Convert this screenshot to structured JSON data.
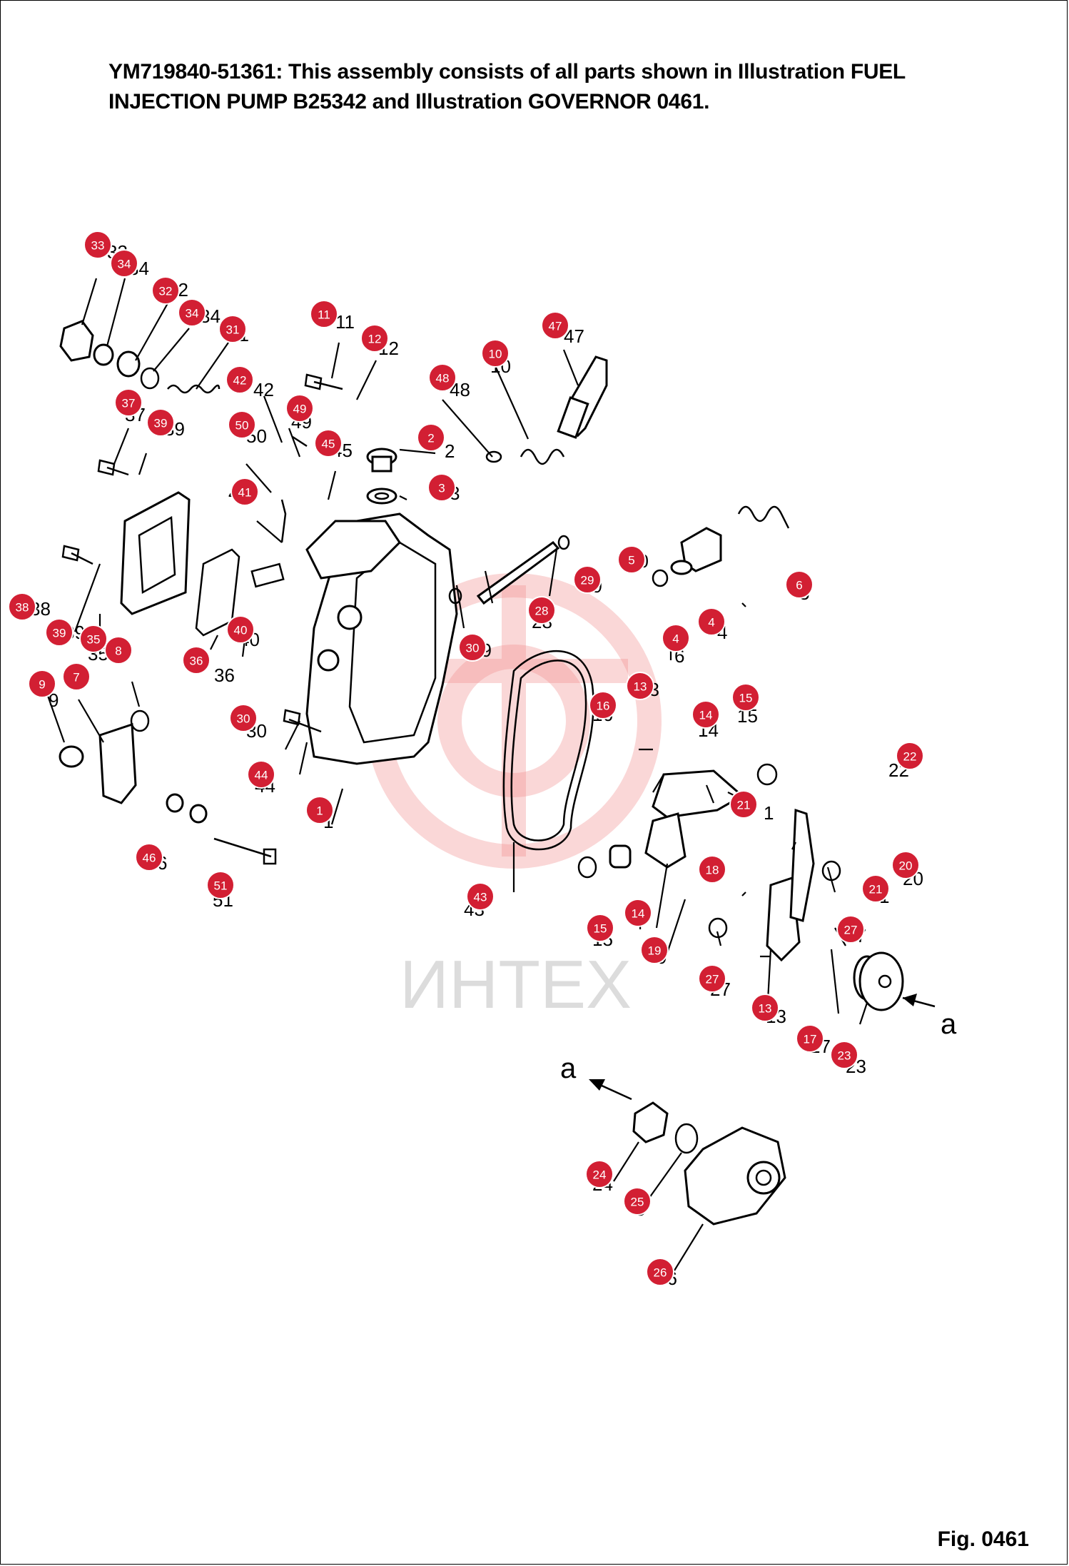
{
  "caption": {
    "line1": "YM719840-51361: This assembly consists of all parts shown in Illustration FUEL",
    "line2": "INJECTION PUMP B25342 and Illustration GOVERNOR 0461."
  },
  "watermark": "ИНТЕХ",
  "figure_label": "Fig. 0461",
  "view_marker": "a",
  "callouts": [
    "33",
    "34",
    "32",
    "34",
    "31",
    "11",
    "12",
    "47",
    "10",
    "48",
    "42",
    "49",
    "37",
    "39",
    "50",
    "45",
    "2",
    "3",
    "41",
    "4",
    "38",
    "39",
    "35",
    "8",
    "36",
    "40",
    "30",
    "29",
    "28",
    "29",
    "5",
    "6",
    "4",
    "9",
    "7",
    "30",
    "44",
    "1",
    "16",
    "13",
    "14",
    "15",
    "22",
    "21",
    "43",
    "18",
    "21",
    "20",
    "46",
    "51",
    "15",
    "14",
    "19",
    "27",
    "27",
    "13",
    "17",
    "23",
    "24",
    "25",
    "26"
  ],
  "accent_color": "#d21f33"
}
